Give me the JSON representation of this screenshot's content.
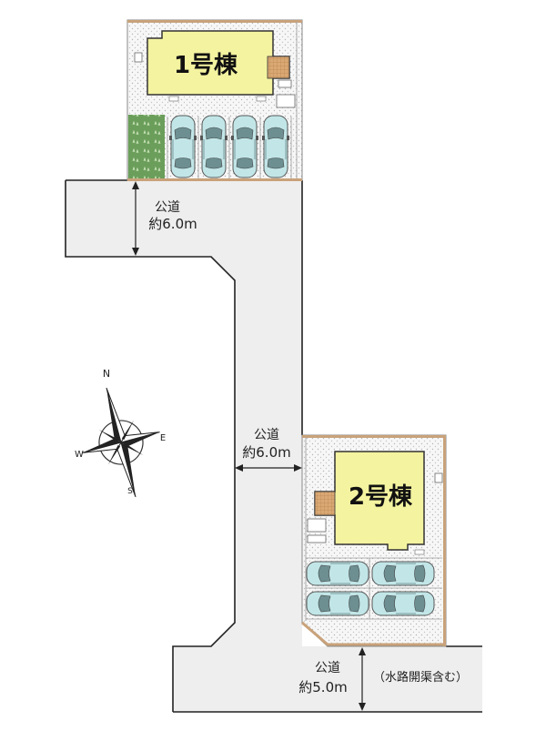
{
  "buildings": {
    "b1": {
      "label": "1号棟"
    },
    "b2": {
      "label": "2号棟"
    }
  },
  "roads": {
    "north": {
      "type": "公道",
      "width": "約6.0m"
    },
    "middle": {
      "type": "公道",
      "width": "約6.0m"
    },
    "south": {
      "type": "公道",
      "width": "約5.0m",
      "note": "（水路開渠含む）"
    }
  },
  "compass": {
    "n": "N",
    "e": "E",
    "s": "S",
    "w": "W"
  },
  "colors": {
    "road": "#eeeeee",
    "building": "#f4f3a0",
    "lot": "#f7f7f7",
    "lawn": "#6a9e5a",
    "car": "#bfe3e5",
    "fence": "#c9a27a"
  }
}
